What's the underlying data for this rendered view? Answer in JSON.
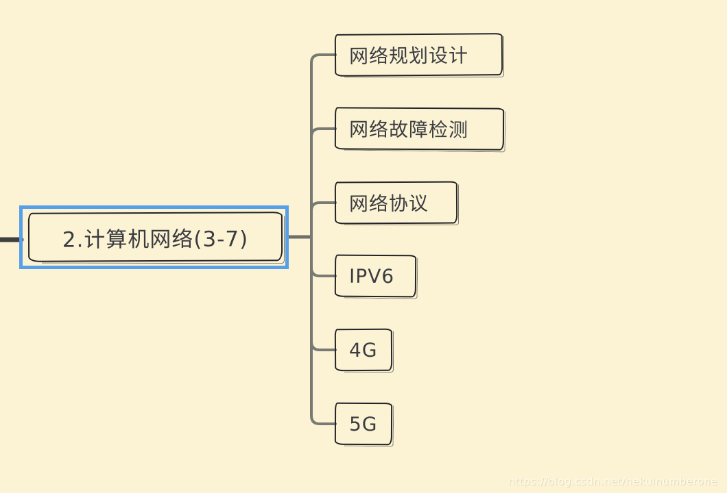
{
  "diagram": {
    "type": "mindmap",
    "root": {
      "label": "2.计算机网络(3-7)",
      "selected": true
    },
    "children": [
      {
        "label": "网络规划设计"
      },
      {
        "label": "网络故障检测"
      },
      {
        "label": "网络协议"
      },
      {
        "label": "IPV6"
      },
      {
        "label": "4G"
      },
      {
        "label": "5G"
      }
    ],
    "colors": {
      "background": "#FBF3D4",
      "node_border": "#232327",
      "node_text": "#3B3C41",
      "selection_border": "#57A0E8",
      "connector": "#7A7A74",
      "center_link": "#6F6F6B",
      "root_edge": "#3F3F3F"
    }
  },
  "watermark": {
    "text": "https://blog.csdn.net/hekuinumberone"
  }
}
